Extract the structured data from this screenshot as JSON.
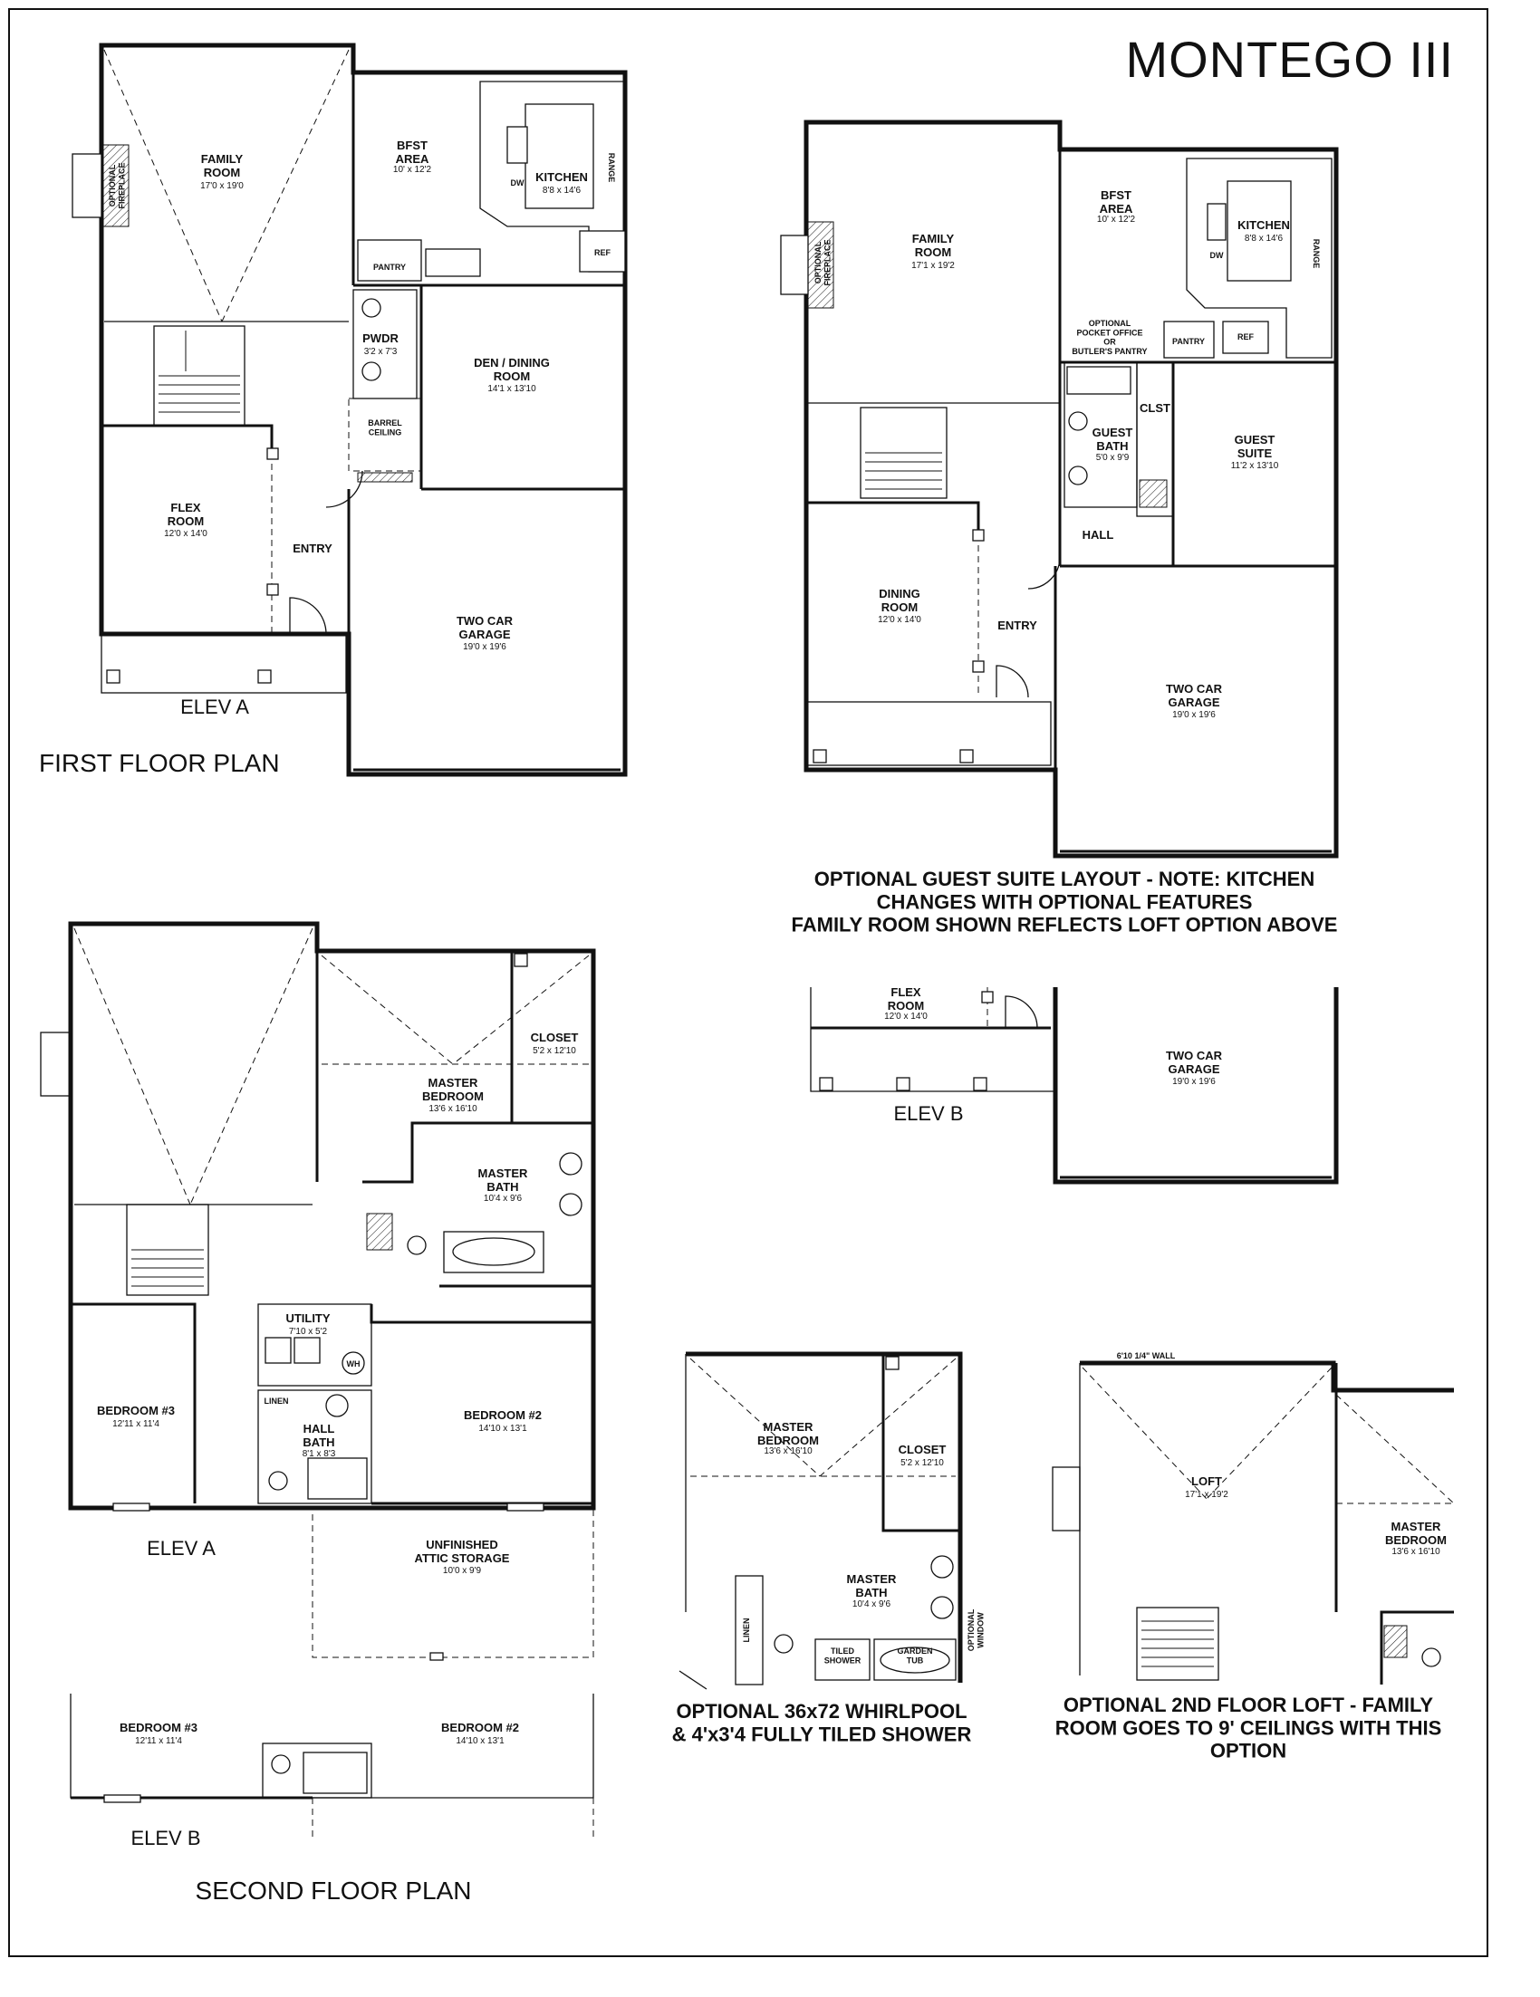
{
  "title": "MONTEGO III",
  "first_floor": {
    "caption": "FIRST FLOOR PLAN",
    "elevation": "ELEV A",
    "rooms": {
      "family": {
        "name": "FAMILY\nROOM",
        "dim": "17'0 x 19'0"
      },
      "fireplace": "OPTIONAL\nFIREPLACE",
      "bfst": {
        "name": "BFST\nAREA",
        "dim": "10' x 12'2"
      },
      "kitchen": {
        "name": "KITCHEN",
        "dim": "8'8 x 14'6"
      },
      "dw": "DW",
      "range": "RANGE",
      "ref": "REF",
      "pantry": "PANTRY",
      "pwdr": {
        "name": "PWDR",
        "dim": "3'2 x 7'3"
      },
      "den": {
        "name": "DEN / DINING\nROOM",
        "dim": "14'1 x 13'10"
      },
      "barrel": "BARREL\nCEILING",
      "flex": {
        "name": "FLEX\nROOM",
        "dim": "12'0 x 14'0"
      },
      "entry": "ENTRY",
      "garage": {
        "name": "TWO CAR\nGARAGE",
        "dim": "19'0 x 19'6"
      }
    }
  },
  "guest_suite": {
    "note": "OPTIONAL GUEST SUITE LAYOUT - NOTE: KITCHEN\nCHANGES WITH OPTIONAL FEATURES\nFAMILY ROOM SHOWN REFLECTS LOFT OPTION ABOVE",
    "rooms": {
      "family": {
        "name": "FAMILY\nROOM",
        "dim": "17'1 x 19'2"
      },
      "fireplace": "OPTIONAL\nFIREPLACE",
      "bfst": {
        "name": "BFST\nAREA",
        "dim": "10' x 12'2"
      },
      "kitchen": {
        "name": "KITCHEN",
        "dim": "8'8 x 14'6"
      },
      "dw": "DW",
      "range": "RANGE",
      "ref": "REF",
      "pantry": "PANTRY",
      "pocket": "OPTIONAL\nPOCKET OFFICE\nOR\nBUTLER'S PANTRY",
      "clst": "CLST",
      "guest_bath": {
        "name": "GUEST\nBATH",
        "dim": "5'0 x 9'9"
      },
      "guest_suite": {
        "name": "GUEST\nSUITE",
        "dim": "11'2 x 13'10"
      },
      "hall": "HALL",
      "dining": {
        "name": "DINING\nROOM",
        "dim": "12'0 x 14'0"
      },
      "entry": "ENTRY",
      "garage": {
        "name": "TWO CAR\nGARAGE",
        "dim": "19'0 x 19'6"
      }
    }
  },
  "elev_b_first": {
    "label": "ELEV B",
    "flex": {
      "name": "FLEX\nROOM",
      "dim": "12'0 x 14'0"
    },
    "garage": {
      "name": "TWO CAR\nGARAGE",
      "dim": "19'0 x 19'6"
    }
  },
  "second_floor": {
    "caption": "SECOND FLOOR PLAN",
    "elev_a": "ELEV A",
    "elev_b": "ELEV B",
    "rooms": {
      "master": {
        "name": "MASTER\nBEDROOM",
        "dim": "13'6 x 16'10"
      },
      "closet": {
        "name": "CLOSET",
        "dim": "5'2 x 12'10"
      },
      "master_bath": {
        "name": "MASTER\nBATH",
        "dim": "10'4 x 9'6"
      },
      "utility": {
        "name": "UTILITY",
        "dim": "7'10 x 5'2"
      },
      "wh": "WH",
      "linen": "LINEN",
      "hall_bath": {
        "name": "HALL\nBATH",
        "dim": "8'1 x 8'3"
      },
      "bed3": {
        "name": "BEDROOM #3",
        "dim": "12'11 x 11'4"
      },
      "bed2": {
        "name": "BEDROOM #2",
        "dim": "14'10 x 13'1"
      },
      "attic": {
        "name": "UNFINISHED\nATTIC STORAGE",
        "dim": "10'0 x 9'9"
      }
    },
    "elev_b_rooms": {
      "bed3": {
        "name": "BEDROOM #3",
        "dim": "12'11 x 11'4"
      },
      "bed2": {
        "name": "BEDROOM #2",
        "dim": "14'10 x 13'1"
      }
    }
  },
  "whirlpool": {
    "note": "OPTIONAL 36x72 WHIRLPOOL\n& 4'x3'4 FULLY TILED SHOWER",
    "master": {
      "name": "MASTER\nBEDROOM",
      "dim": "13'6 x 16'10"
    },
    "closet": {
      "name": "CLOSET",
      "dim": "5'2 x 12'10"
    },
    "master_bath": {
      "name": "MASTER\nBATH",
      "dim": "10'4 x 9'6"
    },
    "linen": "LINEN",
    "tiled": "TILED\nSHOWER",
    "garden": "GARDEN\nTUB",
    "window": "OPTIONAL\nWINDOW"
  },
  "loft": {
    "note": "OPTIONAL 2ND FLOOR LOFT - FAMILY\nROOM GOES TO 9' CEILINGS WITH THIS\nOPTION",
    "wall": "6'10 1/4\" WALL",
    "loft": {
      "name": "LOFT",
      "dim": "17'1 x 19'2"
    },
    "master": {
      "name": "MASTER\nBEDROOM",
      "dim": "13'6 x 16'10"
    }
  }
}
